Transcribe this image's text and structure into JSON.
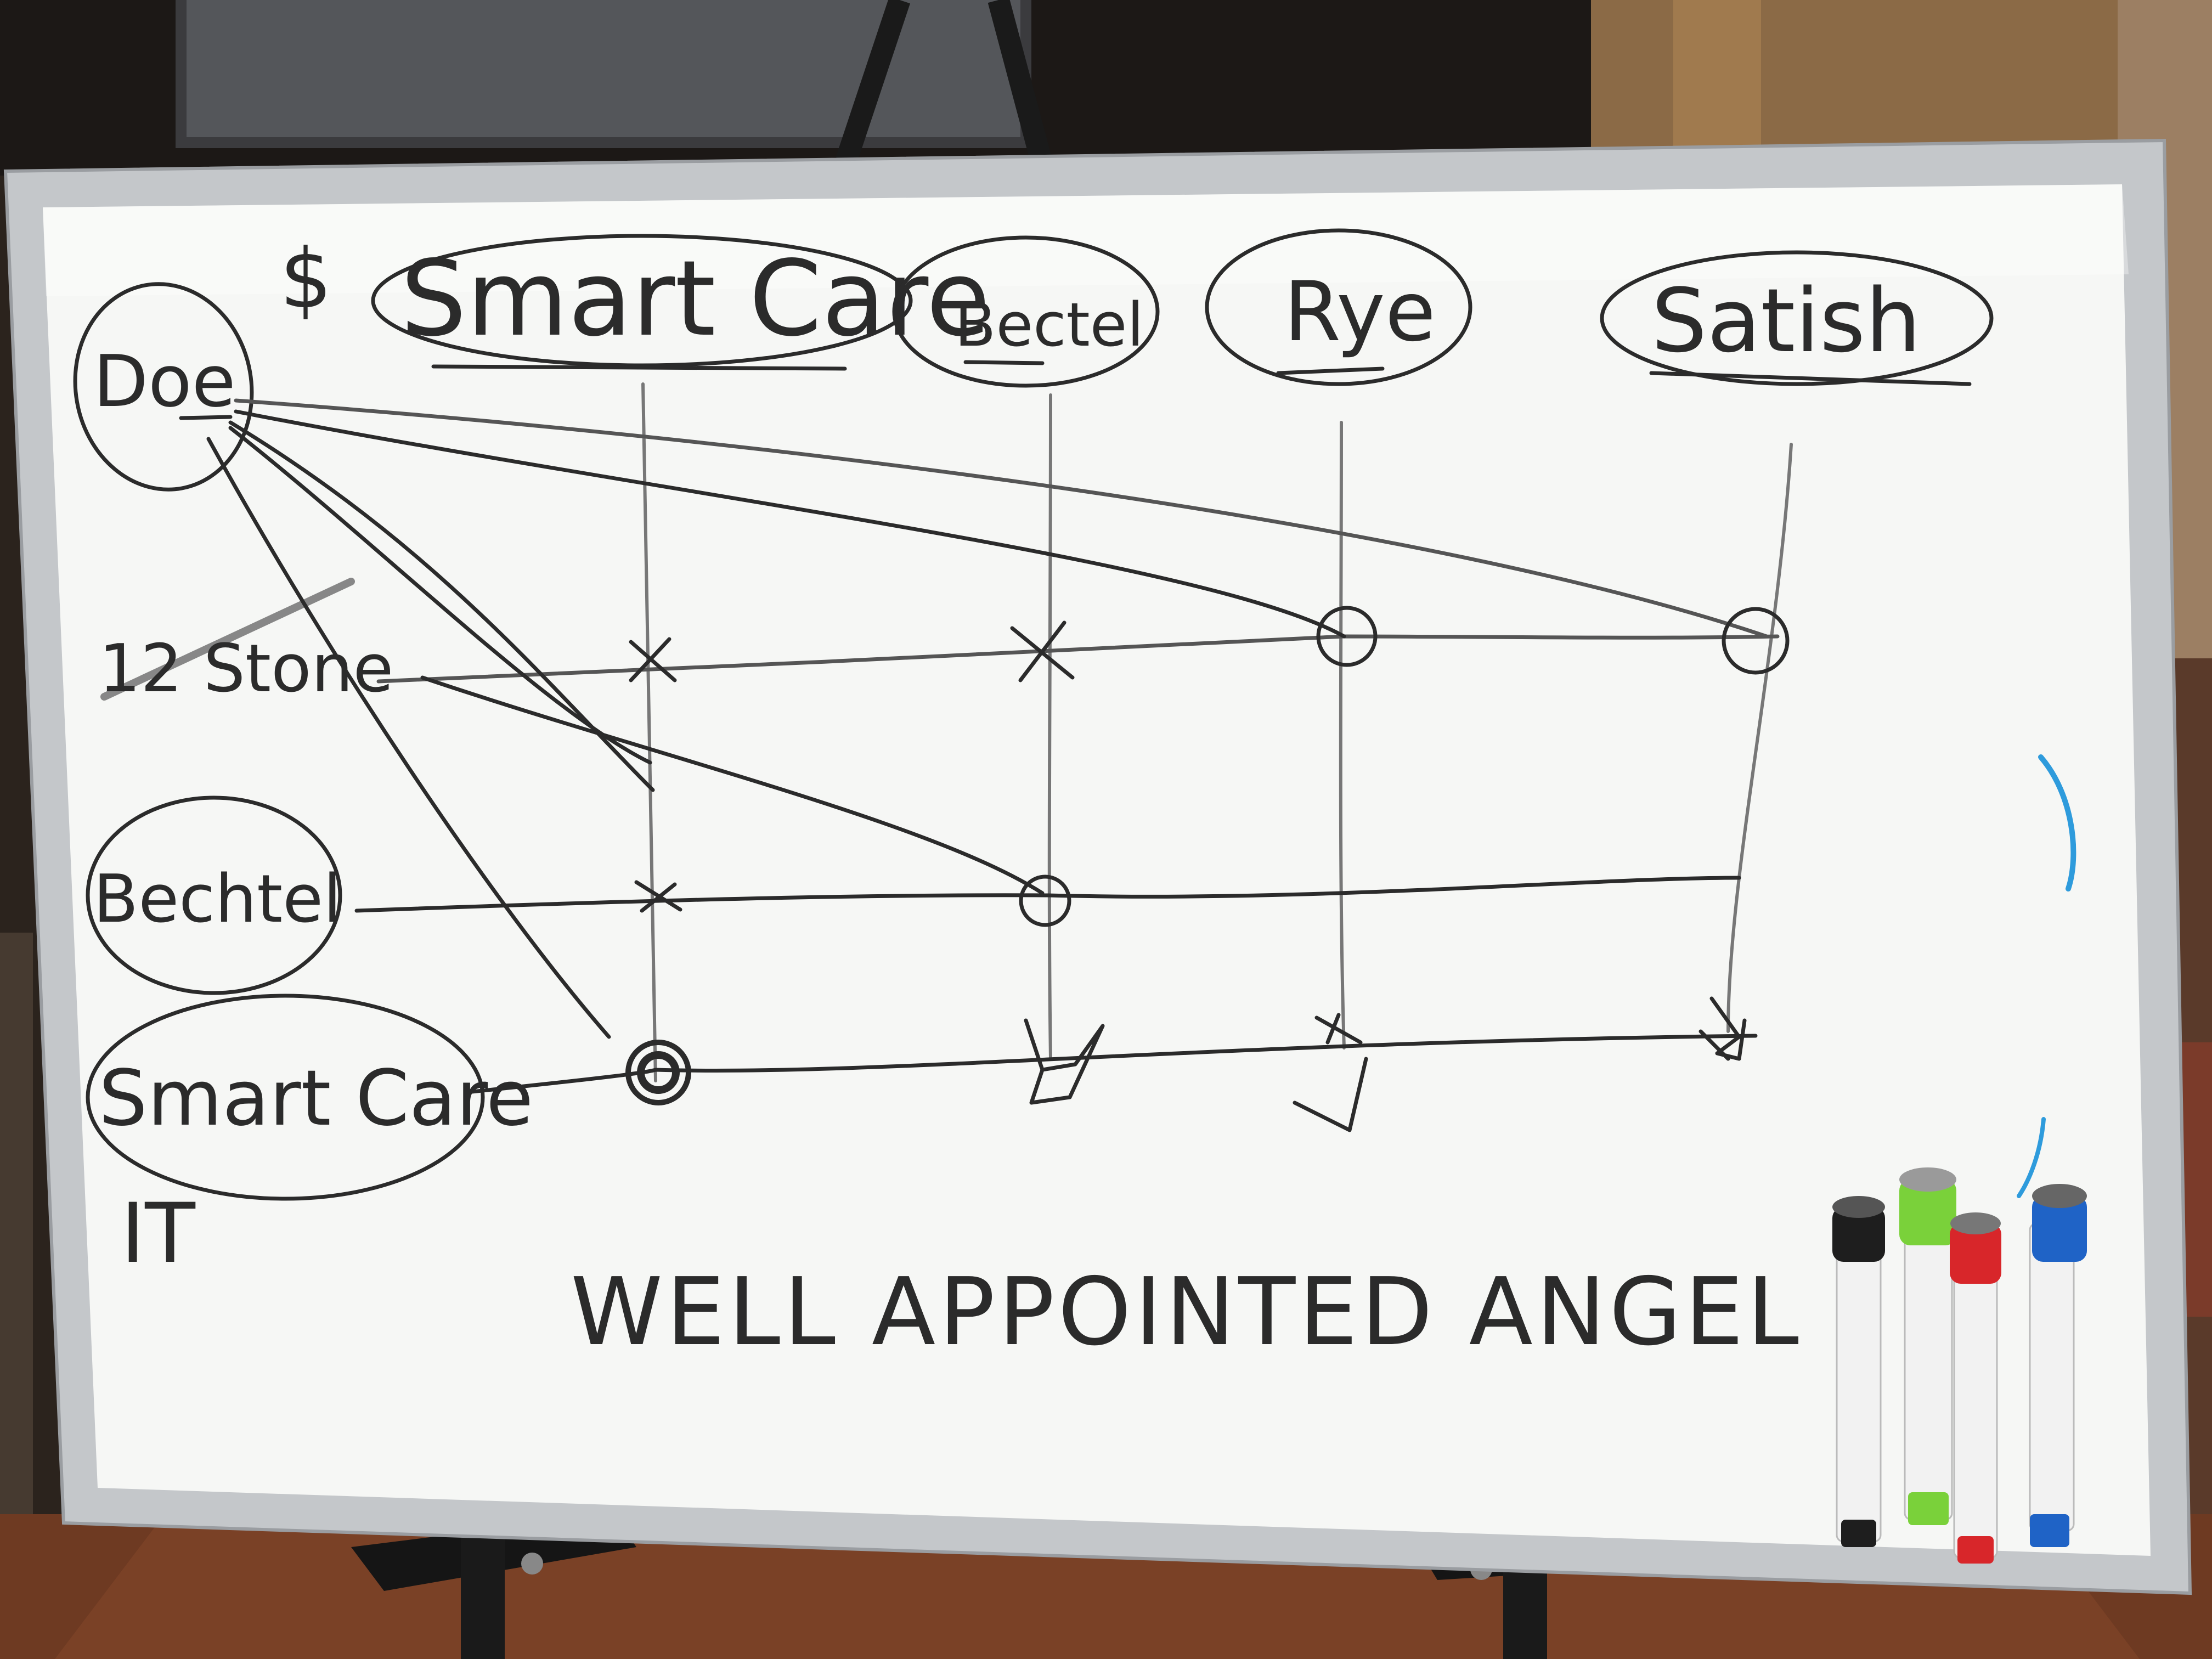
{
  "whiteboard": {
    "dollar_sign": "$",
    "column_headers": [
      "Smart Care",
      "Bectel",
      "Rye",
      "Satish"
    ],
    "row_labels": {
      "doe": "Doe",
      "twelve_stone": "12 Stone",
      "bechtel": "Bechtel",
      "smart_care": "Smart Care",
      "it": "IT"
    },
    "footer_text": "WELL APPOINTED ANGEL"
  },
  "markers": [
    {
      "color": "#1e1e1e",
      "name": "black-marker"
    },
    {
      "color": "#7ad13a",
      "name": "green-marker"
    },
    {
      "color": "#d8262a",
      "name": "red-marker"
    },
    {
      "color": "#1f63c6",
      "name": "blue-marker"
    }
  ],
  "colors": {
    "ink": "#2b2b2b",
    "board": "#f6f7f5",
    "frame": "#b9bcbf"
  }
}
